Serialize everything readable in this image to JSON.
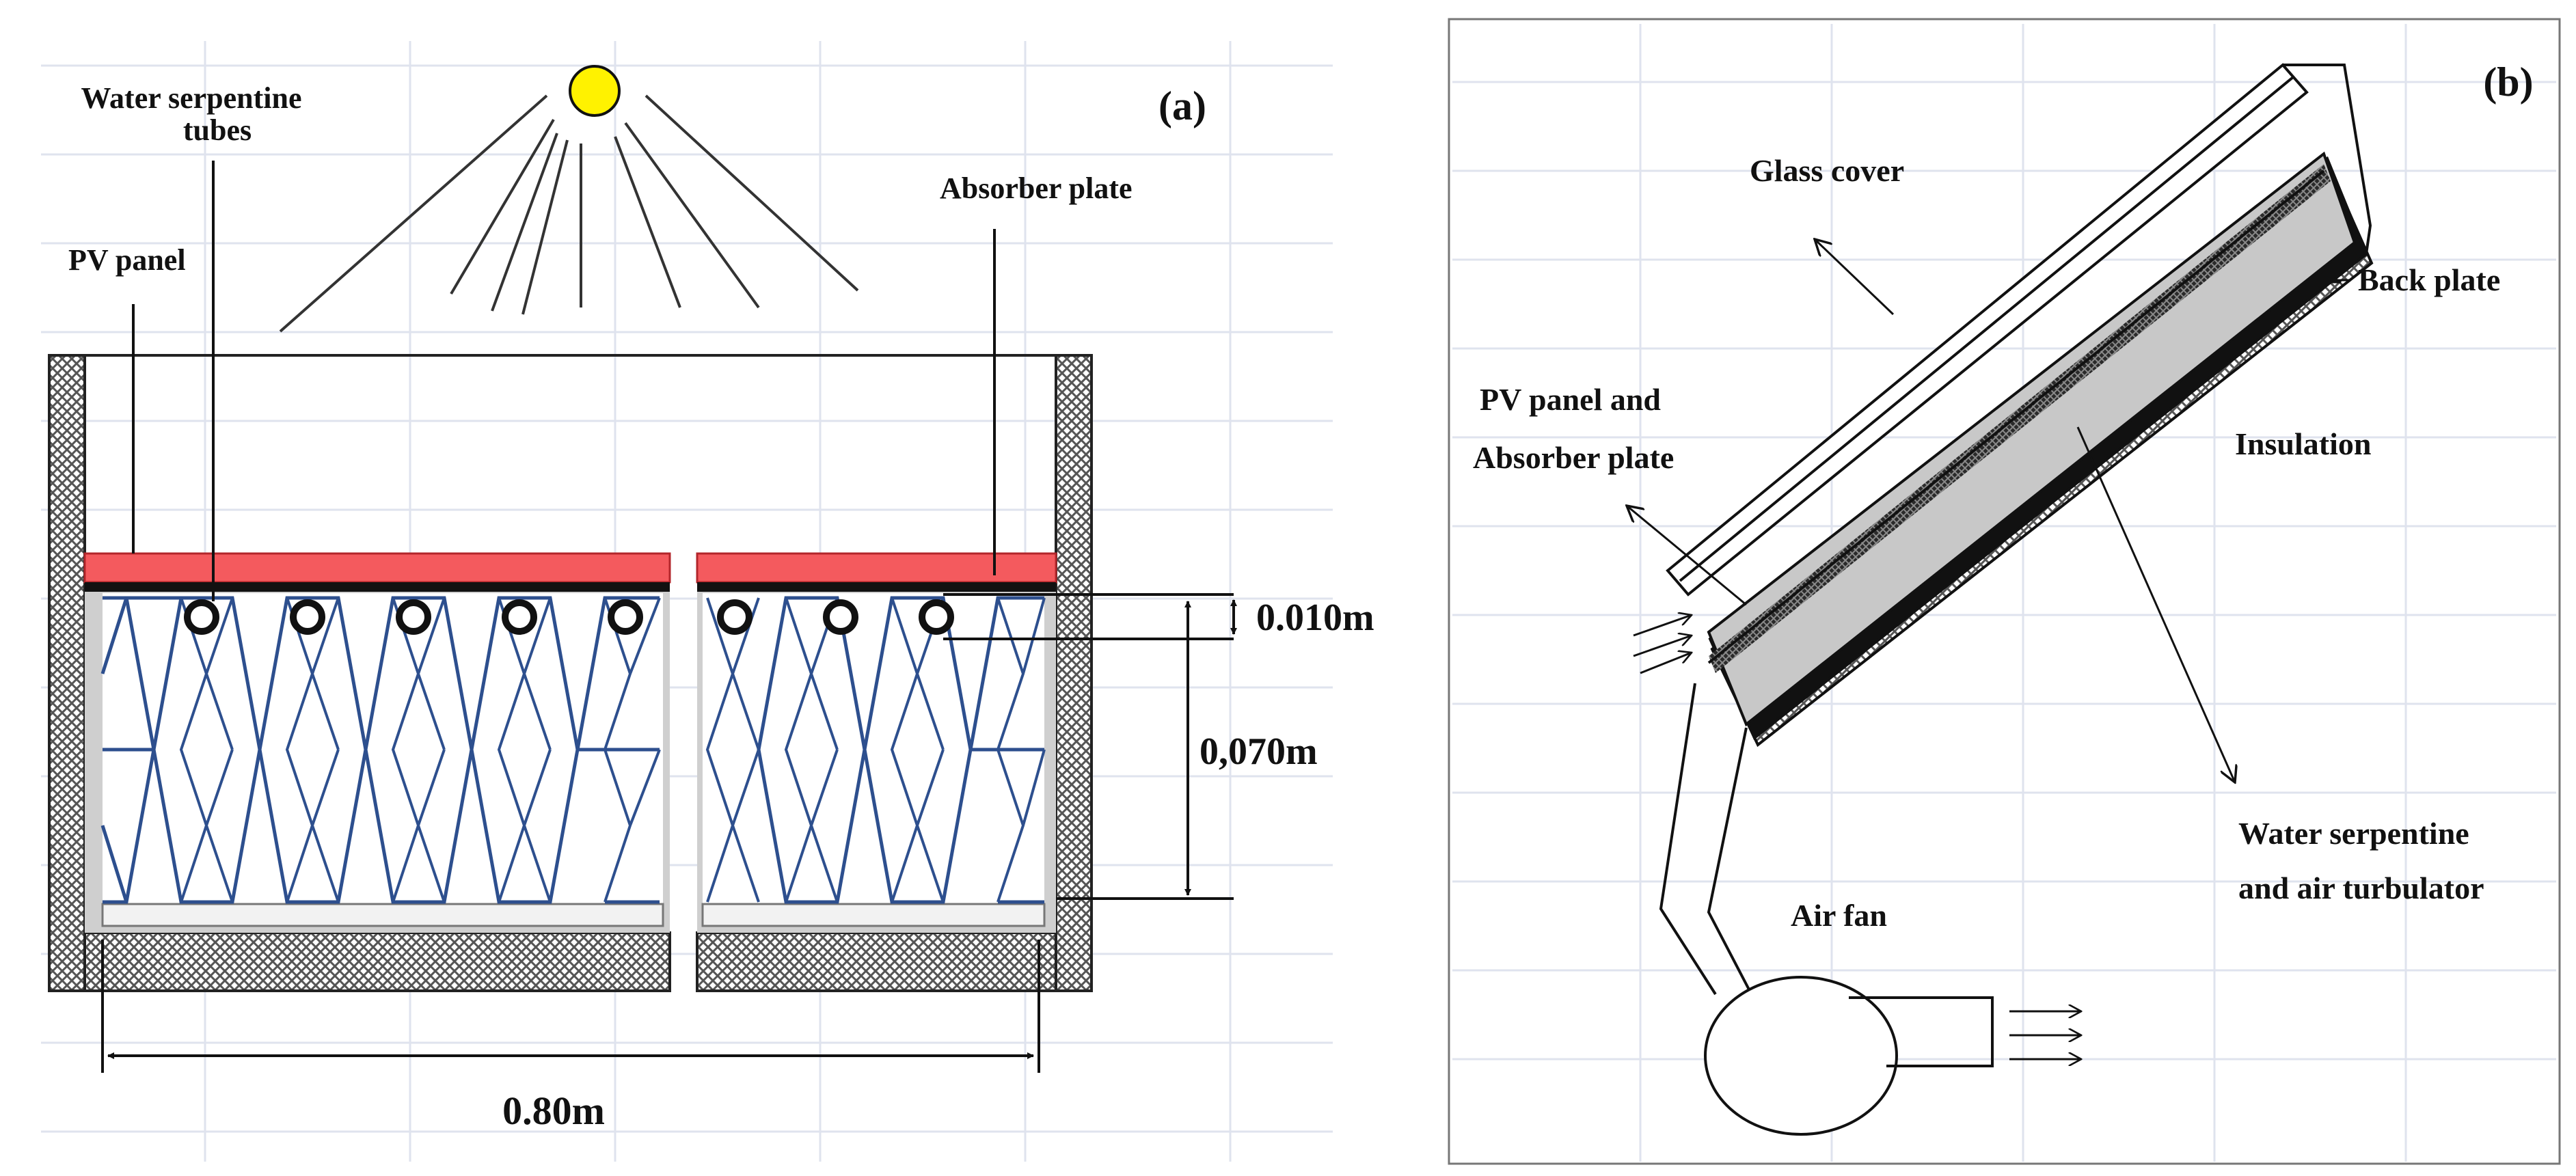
{
  "panel_a": {
    "tag": "(a)",
    "labels": {
      "water_tubes_line1": "Water serpentine",
      "water_tubes_line2": "tubes",
      "pv_panel": "PV panel",
      "absorber_plate": "Absorber plate"
    },
    "dimensions": {
      "tube_spacing": "0.010m",
      "channel_height": "0,070m",
      "width": "0.80m"
    }
  },
  "panel_b": {
    "tag": "(b)",
    "labels": {
      "glass_cover": "Glass cover",
      "back_plate": "Back plate",
      "pv_absorber_line1": "PV panel and",
      "pv_absorber_line2": "Absorber plate",
      "insulation": "Insulation",
      "serpentine_line1": "Water serpentine",
      "serpentine_line2": "and air turbulator",
      "air_fan": "Air fan"
    }
  },
  "colors": {
    "pv_red": "#f45a5e",
    "hex_blue": "#2d4f8e",
    "sun_yellow": "#fff200",
    "gray_channel": "#c8c8c8"
  }
}
